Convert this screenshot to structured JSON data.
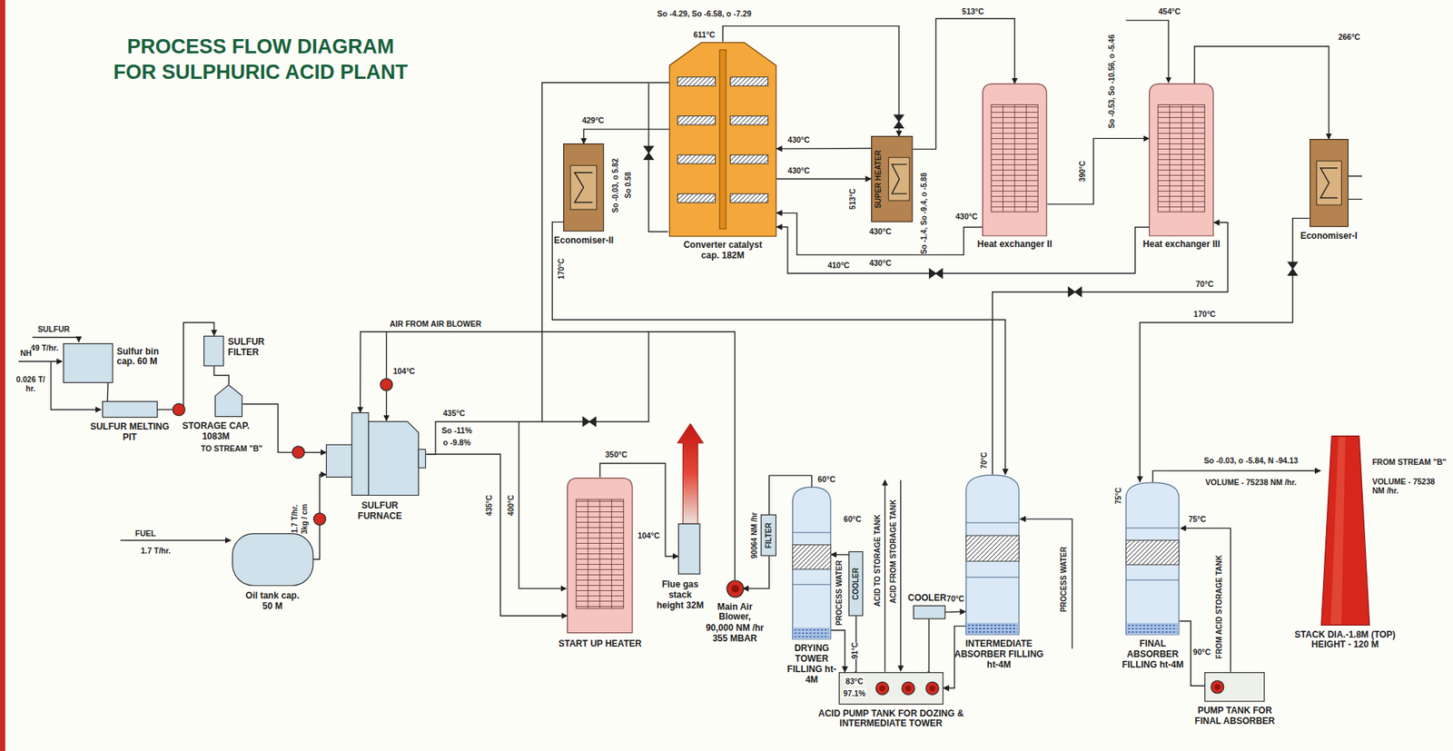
{
  "diagram": {
    "title": "PROCESS FLOW DIAGRAM FOR SULPHURIC ACID PLANT",
    "nodes": [
      {
        "text": [
          "Sulfur bin cap. 60 M"
        ]
      },
      {
        "text": [
          "SULFUR MELTING PIT"
        ]
      },
      {
        "text": [
          "SULFUR FILTER"
        ]
      },
      {
        "text": [
          "STORAGE CAP. 1083M"
        ]
      },
      {
        "text": [
          "SULFUR FURNACE"
        ]
      },
      {
        "text": [
          "Oil tank cap. 50 M"
        ]
      },
      {
        "text": [
          "START UP HEATER"
        ]
      },
      {
        "text": [
          "Flue gas stack height 32M"
        ]
      },
      {
        "text": [
          "Main Air Blower,",
          "90,000 NM /hr 355 MBAR"
        ]
      },
      {
        "text": [
          "FILTER"
        ]
      },
      {
        "text": [
          "DRYING TOWER FILLING ht-4M"
        ]
      },
      {
        "text": [
          "COOLER"
        ]
      },
      {
        "text": [
          "ACID PUMP TANK FOR DOZING & INTERMEDIATE TOWER"
        ]
      },
      {
        "text": [
          "COOLER"
        ]
      },
      {
        "text": [
          "INTERMEDIATE ABSORBER FILLING ht-4M"
        ]
      },
      {
        "text": [
          "FINAL ABSORBER FILLING ht-4M"
        ]
      },
      {
        "text": [
          "PUMP TANK FOR FINAL ABSORBER"
        ]
      },
      {
        "text": [
          "STACK DIA.-1.8M (TOP) HEIGHT - 120 M"
        ]
      },
      {
        "text": [
          "Economiser-II"
        ]
      },
      {
        "text": [
          "Converter catalyst cap. 182M"
        ]
      },
      {
        "text": [
          "SUPER HEATER"
        ]
      },
      {
        "text": [
          "Heat exchanger II"
        ]
      },
      {
        "text": [
          "Heat exchanger III"
        ]
      },
      {
        "text": [
          "Economiser-I"
        ]
      }
    ],
    "edges": [
      {
        "from": 0,
        "to": 1,
        "arrow": "none"
      },
      {
        "from": 1,
        "to": 2,
        "arrow": "to"
      },
      {
        "from": 2,
        "to": 3,
        "arrow": "none"
      },
      {
        "from": 3,
        "to": 4,
        "arrow": "to"
      },
      {
        "from": 5,
        "to": 4,
        "arrow": "to"
      },
      {
        "from": 4,
        "to": 19,
        "arrow": "none"
      },
      {
        "from": 4,
        "to": 6,
        "arrow": "to"
      },
      {
        "from": 6,
        "to": 7,
        "arrow": "to"
      },
      {
        "from": 10,
        "to": 9,
        "arrow": "none"
      },
      {
        "from": 9,
        "to": 8,
        "arrow": "to"
      },
      {
        "from": 8,
        "to": 4,
        "label": "AIR FROM AIR BLOWER",
        "arrow": "to"
      },
      {
        "from": 10,
        "to": 12,
        "arrow": "to"
      },
      {
        "from": 11,
        "to": 10,
        "arrow": "to"
      },
      {
        "from": 12,
        "to": 11,
        "arrow": "none"
      },
      {
        "from": 14,
        "to": 12,
        "arrow": "to"
      },
      {
        "from": 12,
        "to": 13,
        "arrow": "none"
      },
      {
        "from": 13,
        "to": 14,
        "arrow": "to"
      },
      {
        "from": 18,
        "to": 14,
        "arrow": "to"
      },
      {
        "from": 19,
        "to": 18,
        "arrow": "to"
      },
      {
        "from": 19,
        "to": 20,
        "arrow": "to"
      },
      {
        "from": 20,
        "to": 21,
        "arrow": "to"
      },
      {
        "from": 21,
        "to": 22,
        "arrow": "to"
      },
      {
        "from": 22,
        "to": 23,
        "arrow": "to"
      },
      {
        "from": 23,
        "to": 15,
        "arrow": "to"
      },
      {
        "from": 14,
        "to": 22,
        "arrow": "to"
      },
      {
        "from": 15,
        "to": 17,
        "arrow": "to"
      },
      {
        "from": 15,
        "to": 16,
        "arrow": "none"
      },
      {
        "from": 21,
        "to": 19,
        "arrow": "to"
      },
      {
        "from": 20,
        "to": 19,
        "arrow": "to"
      },
      {
        "from": 19,
        "to": 20,
        "arrow": "to"
      },
      {
        "from": 22,
        "to": 19,
        "arrow": "to"
      }
    ],
    "labels": [
      "SULFUR",
      "49 T/hr.",
      "NH",
      "0.026 T/ hr.",
      "FUEL",
      "1.7 T/hr.",
      "TO STREAM \"B\"",
      "1.7 T/hr.",
      "3kg / cm",
      "104°C",
      "435°C",
      "So -11%",
      "o -9.8%",
      "435°C",
      "400°C",
      "350°C",
      "104°C",
      "60°C",
      "90064 NM /hr",
      "60°C",
      "PROCESS WATER",
      "91°C",
      "83°C",
      "97.1%",
      "ACID TO STORAGE TANK",
      "ACID FROM STORAGE TANK",
      "70°C",
      "70°C",
      "PROCESS WATER",
      "75°C",
      "75°C",
      "90°C",
      "FROM ACID STORAGE TANK",
      "So -0.03, o -5.84, N -94.13",
      "VOLUME - 75238 NM /hr.",
      "FROM STREAM \"B\"",
      "VOLUME - 75238 NM /hr.",
      "So -4.29, So -6.58, o -7.29",
      "611°C",
      "513°C",
      "454°C",
      "266°C",
      "429°C",
      "So -0.03, o 5.82",
      "So 0.58",
      "430°C",
      "430°C",
      "513°C",
      "430°C",
      "430°C",
      "So -1.4, So -9.4, o -5.88",
      "430°C",
      "390°C",
      "So -0.53, So -10.56, o -5.46",
      "410°C",
      "70°C",
      "170°C",
      "170°C"
    ]
  }
}
